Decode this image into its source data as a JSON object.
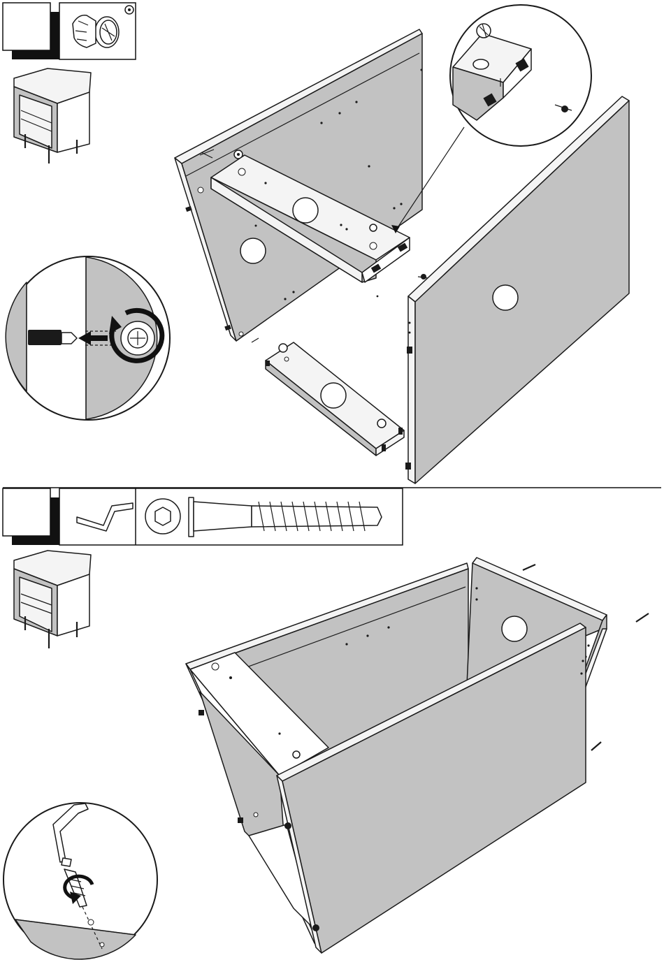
{
  "document": {
    "type": "furniture-assembly-instructions",
    "steps": [
      {
        "id": "step-a",
        "number": "",
        "hardware": [
          "cam-lock-fitting-icon"
        ],
        "tool_icons": [],
        "parts": [
          {
            "id": "left-side-panel",
            "label": ""
          },
          {
            "id": "shelf-panel-top",
            "label": ""
          },
          {
            "id": "right-side-panel",
            "label": ""
          },
          {
            "id": "shelf-panel-bottom",
            "label": ""
          }
        ],
        "detail_callouts": [
          "cam-lock-rotate-detail",
          "cam-bolt-insert-detail"
        ]
      },
      {
        "id": "step-b",
        "number": "",
        "hardware": [
          "confirmat-screw-icon"
        ],
        "tool_icons": [
          "allen-key-icon",
          "hex-head-icon"
        ],
        "parts": [
          {
            "id": "back-panel",
            "label": ""
          }
        ],
        "detail_callouts": [
          "allen-key-screw-detail"
        ]
      }
    ]
  },
  "colors": {
    "panel": "#c2c2c2",
    "edge": "#f4f4f4",
    "ink": "#1a1a1a",
    "background": "#ffffff"
  }
}
